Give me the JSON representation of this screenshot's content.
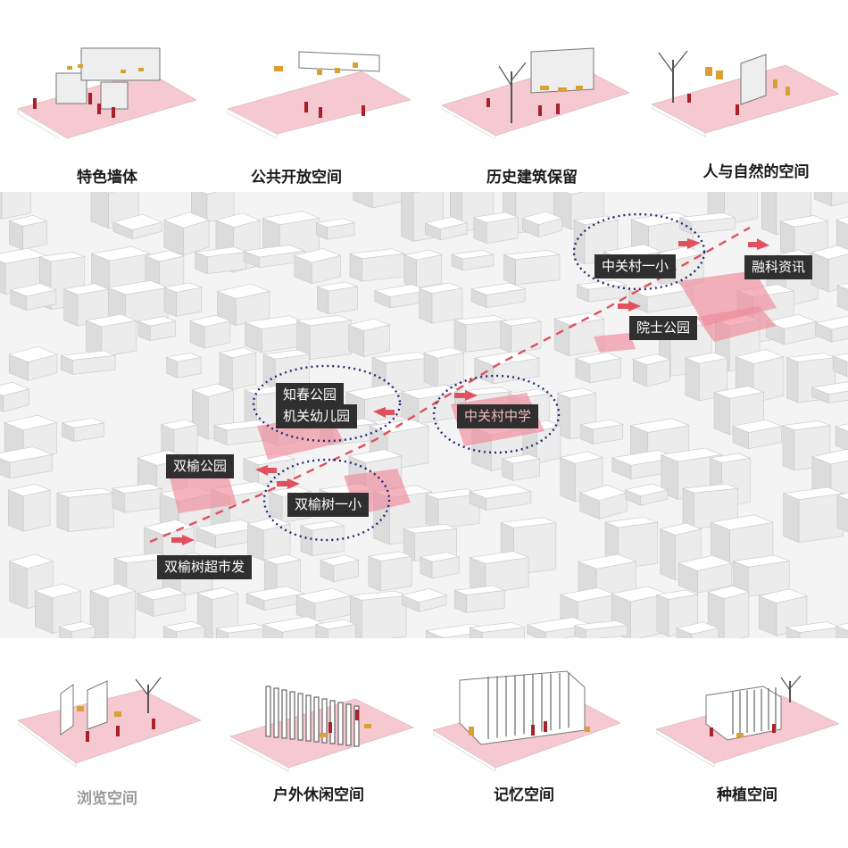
{
  "top_captions": [
    "特色墙体",
    "公共开放空间",
    "历史建筑保留",
    "人与自然的空间"
  ],
  "bottom_captions": [
    "浏览空间",
    "户外休闲空间",
    "记忆空间",
    "种植空间"
  ],
  "map_labels": {
    "zhongguancun_yixiao": "中关村一小",
    "rongke": "融科资讯",
    "yuanshi_park": "院士公园",
    "zhichun_park": "知春公园",
    "jiguan_kindergarten": "机关幼儿园",
    "zhongguancun_middle": "中关村中学",
    "shuangyu_park": "双榆公园",
    "shuangyushu_yixiao": "双榆树一小",
    "shuangyushu_market": "双榆树超市发"
  },
  "colors": {
    "ground_pink": "#f6c9d0",
    "highlight_pink": "#f08a9a",
    "arrow_red": "#e0505e",
    "figure_red": "#a8202a",
    "figure_gold": "#d9a035",
    "label_bg": "#2f2f2f",
    "ring_navy": "#1e2a6e"
  }
}
